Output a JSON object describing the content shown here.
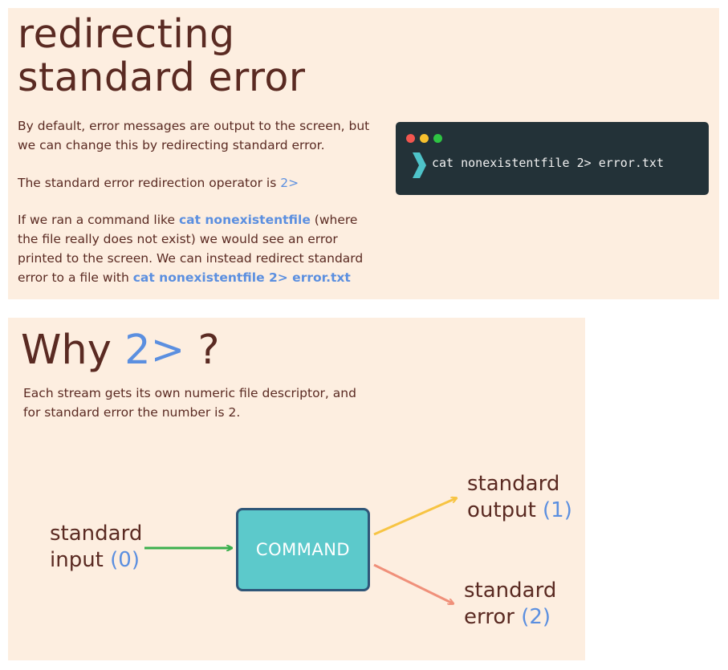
{
  "slide1": {
    "title_line1": "redirecting",
    "title_line2": "standard error",
    "para1": "By default, error messages are output to the screen, but we can change this by redirecting standard error.",
    "para2_text": "The standard error redirection operator is ",
    "para2_operator": "2>",
    "para3_a": "If we ran a command like ",
    "para3_code1": "cat nonexistentfile",
    "para3_b": " (where the file really does not exist) we would see an error printed to the screen.  We can instead redirect standard error to a file with ",
    "para3_code2": "cat nonexistentfile 2> error.txt",
    "terminal": {
      "command": "cat nonexistentfile 2> error.txt",
      "dot_colors": [
        "#f2564f",
        "#f7c12e",
        "#2ec443"
      ],
      "prompt_icon": "chevron-right-icon"
    }
  },
  "slide2": {
    "title_prefix": "Why ",
    "title_num": "2>",
    "title_suffix": " ?",
    "para": "Each stream gets its own numeric file descriptor, and for standard error the number is 2.",
    "diagram": {
      "input_line1": "standard",
      "input_line2": "input ",
      "input_fd": "(0)",
      "command_label": "COMMAND",
      "output_line1": "standard",
      "output_line2": "output ",
      "output_fd": "(1)",
      "error_line1": "standard",
      "error_line2": "error ",
      "error_fd": "(2)",
      "arrow_colors": {
        "input": "#3bb04e",
        "output": "#f7c443",
        "error": "#f0907a"
      }
    }
  },
  "colors": {
    "background": "#fdeee0",
    "text": "#5a2a22",
    "accent": "#5b8fe0",
    "command_box": "#5cc9cb"
  }
}
